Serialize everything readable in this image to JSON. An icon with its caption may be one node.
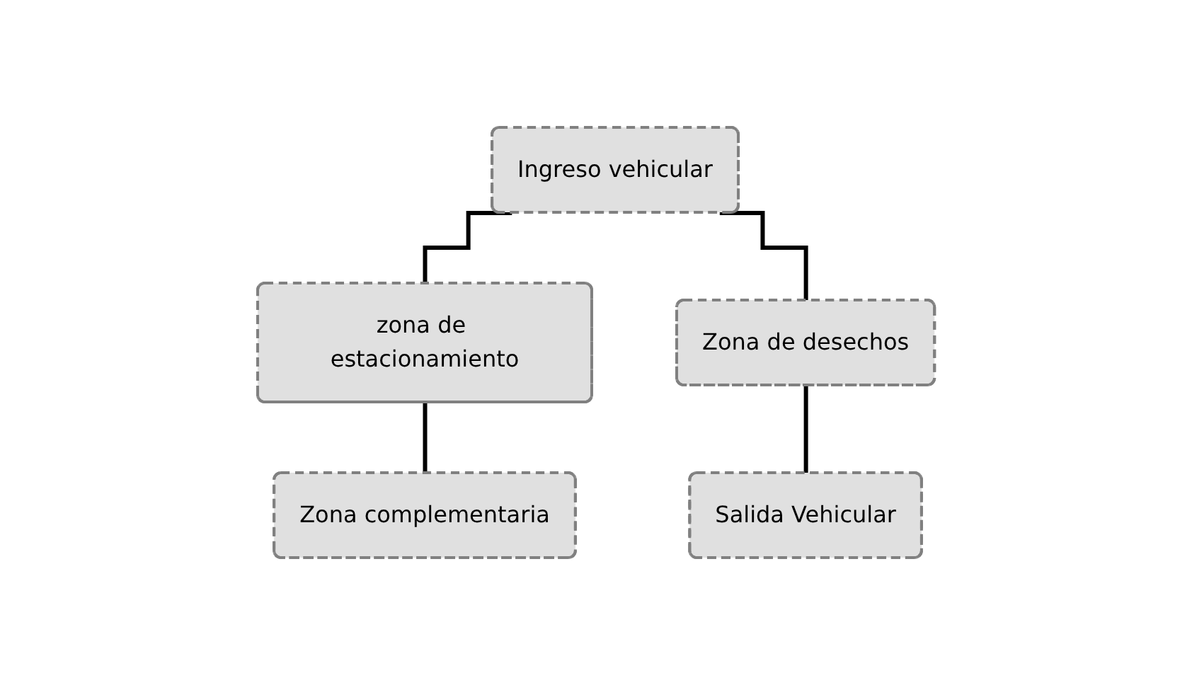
{
  "diagram": {
    "nodes": [
      {
        "text": [
          "Ingreso vehicular"
        ]
      },
      {
        "text": [
          "zona de estacionamiento"
        ]
      },
      {
        "text": [
          "Zona de desechos"
        ]
      },
      {
        "text": [
          "Zona complementaria"
        ]
      },
      {
        "text": [
          "Salida Vehicular"
        ]
      }
    ],
    "edges": [
      {
        "from": 0,
        "to": 1,
        "arrow": "none"
      },
      {
        "from": 0,
        "to": 2,
        "arrow": "none"
      },
      {
        "from": 1,
        "to": 3,
        "arrow": "none"
      },
      {
        "from": 2,
        "to": 4,
        "arrow": "none"
      }
    ]
  }
}
